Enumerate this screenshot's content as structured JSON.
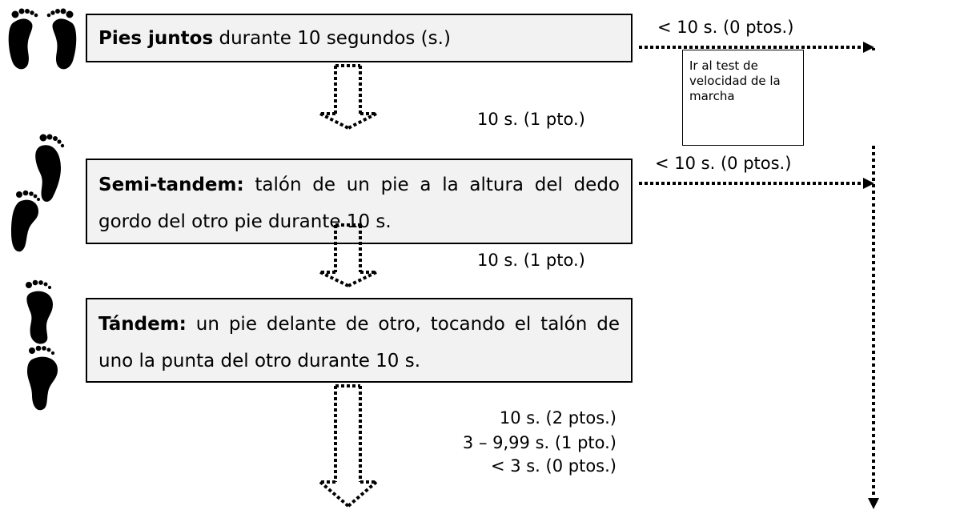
{
  "steps": [
    {
      "bold": "Pies juntos",
      "text": " durante 10 segundos (s.)"
    },
    {
      "bold": "Semi-tandem:",
      "text": " talón de un pie a la altura del dedo gordo del otro pie durante 10 s."
    },
    {
      "bold": "Tándem:",
      "text": " un pie delante de otro, tocando el talón de uno la punta del otro durante 10 s."
    }
  ],
  "side_labels": [
    "< 10 s. (0 ptos.)",
    "< 10 s. (0 ptos.)"
  ],
  "pass_labels": [
    "10 s. (1 pto.)",
    "10 s. (1 pto.)"
  ],
  "final_scores": [
    "10 s. (2 ptos.)",
    "3 – 9,99 s. (1 pto.)",
    "< 3 s. (0 ptos.)"
  ],
  "side_box": "Ir al test de velocidad de la marcha",
  "icons": [
    "feet-together-icon",
    "feet-semitandem-icon",
    "feet-tandem-icon"
  ]
}
